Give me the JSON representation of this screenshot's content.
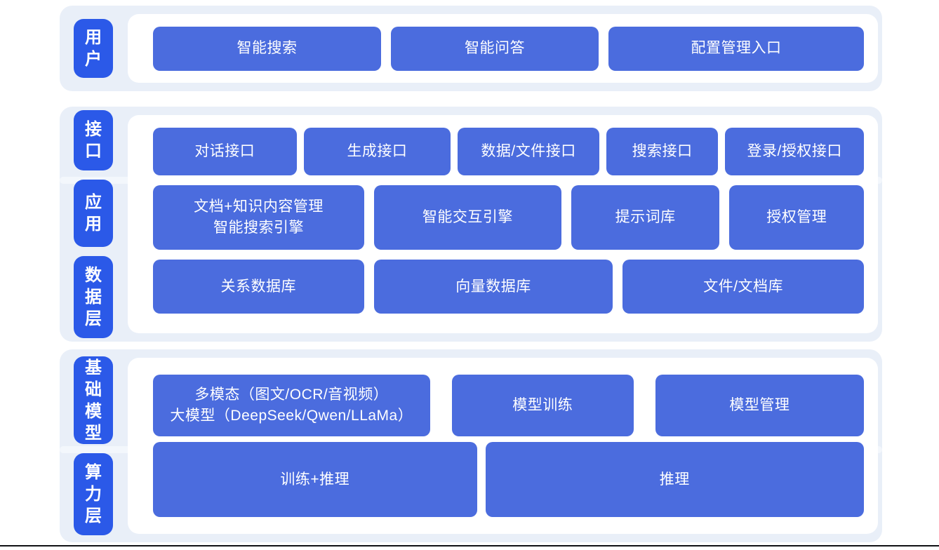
{
  "colors": {
    "band_bg": "#e9eff8",
    "seam": "#f3f7fc",
    "pill_bg": "#2b59e8",
    "node_bg": "#4b6cde",
    "node_text": "#ffffff",
    "bottom_rule": "#101114"
  },
  "sections": [
    {
      "side_labels": [
        "用户"
      ],
      "rows": [
        [
          "智能搜索",
          "智能问答",
          "配置管理入口"
        ]
      ]
    },
    {
      "side_labels": [
        "接口",
        "应用",
        "数据层"
      ],
      "rows": [
        [
          "对话接口",
          "生成接口",
          "数据/文件接口",
          "搜索接口",
          "登录/授权接口"
        ],
        [
          "文档+知识内容管理\n智能搜索引擎",
          "智能交互引擎",
          "提示词库",
          "授权管理"
        ],
        [
          "关系数据库",
          "向量数据库",
          "文件/文档库"
        ]
      ]
    },
    {
      "side_labels": [
        "基础模型",
        "算力层"
      ],
      "rows": [
        [
          "多模态（图文/OCR/音视频）\n大模型（DeepSeek/Qwen/LLaMa）",
          "模型训练",
          "模型管理"
        ],
        [
          "训练+推理",
          "推理"
        ]
      ]
    }
  ]
}
